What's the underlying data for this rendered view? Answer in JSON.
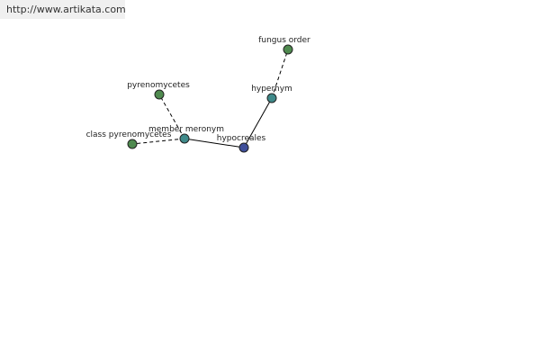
{
  "banner": {
    "url_text": "http://www.artikata.com"
  },
  "colors": {
    "central_node": "#3f4f9a",
    "relation_node": "#3f8a8a",
    "leaf_node": "#4f8a4f",
    "edge": "#000000"
  },
  "nodes": {
    "hypocreales": {
      "label": "hypocreales",
      "kind": "central"
    },
    "hypernym": {
      "label": "hypernym",
      "kind": "relation"
    },
    "member_meronym": {
      "label": "member meronym",
      "kind": "relation"
    },
    "fungus_order": {
      "label": "fungus order",
      "kind": "leaf"
    },
    "pyrenomycetes": {
      "label": "pyrenomycetes",
      "kind": "leaf"
    },
    "class_pyrenomycetes": {
      "label": "class pyrenomycetes",
      "kind": "leaf"
    }
  },
  "edges": [
    {
      "from": "hypocreales",
      "to": "hypernym",
      "style": "solid"
    },
    {
      "from": "hypocreales",
      "to": "member_meronym",
      "style": "solid"
    },
    {
      "from": "hypernym",
      "to": "fungus_order",
      "style": "dashed"
    },
    {
      "from": "member_meronym",
      "to": "pyrenomycetes",
      "style": "dashed"
    },
    {
      "from": "member_meronym",
      "to": "class_pyrenomycetes",
      "style": "dashed"
    }
  ]
}
